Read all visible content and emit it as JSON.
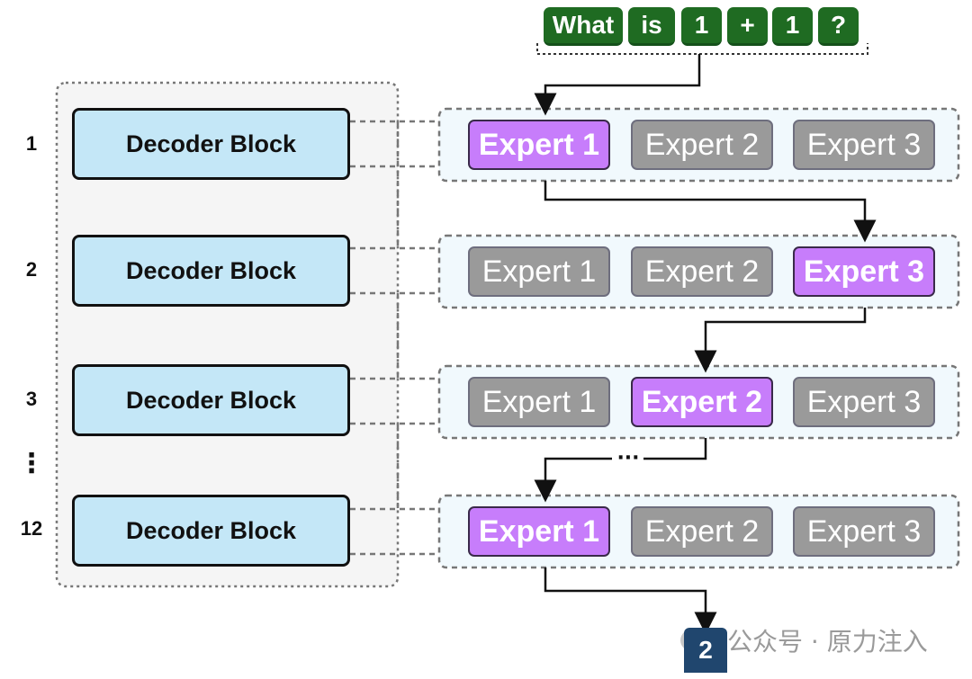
{
  "input_tokens": [
    "What",
    "is",
    "1",
    "+",
    "1",
    "?"
  ],
  "layers": [
    {
      "index_label": "1",
      "decoder_label": "Decoder Block",
      "experts": [
        "Expert 1",
        "Expert 2",
        "Expert 3"
      ],
      "active_expert": 1
    },
    {
      "index_label": "2",
      "decoder_label": "Decoder Block",
      "experts": [
        "Expert 1",
        "Expert 2",
        "Expert 3"
      ],
      "active_expert": 3
    },
    {
      "index_label": "3",
      "decoder_label": "Decoder Block",
      "experts": [
        "Expert 1",
        "Expert 2",
        "Expert 3"
      ],
      "active_expert": 2
    },
    {
      "index_label": "12",
      "decoder_label": "Decoder Block",
      "experts": [
        "Expert 1",
        "Expert 2",
        "Expert 3"
      ],
      "active_expert": 1
    }
  ],
  "layer_ellipsis": "⋮",
  "route_ellipsis": "···",
  "output_token": "2",
  "watermark": "公众号 · 原力注入",
  "colors": {
    "token_bg": "#1f6b22",
    "decoder_bg": "#c4e7f7",
    "expert_active": "#c77dfb",
    "expert_inactive": "#9a9a9a",
    "output_bg": "#20466e"
  }
}
